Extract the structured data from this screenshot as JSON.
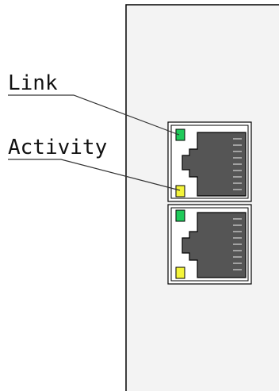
{
  "labels": {
    "link": "Link",
    "activity": "Activity"
  },
  "colors": {
    "panel_fill": "#f3f3f3",
    "outline": "#000000",
    "jack_body": "#555555",
    "jack_inner": "#ffffff",
    "pin": "#bdbdbd",
    "link_led": "#1fca5a",
    "activity_led": "#f4f43a",
    "text": "#111111"
  },
  "ports": [
    {
      "link_led": "link-led",
      "activity_led": "activity-led"
    },
    {
      "link_led": "link-led",
      "activity_led": "activity-led"
    }
  ]
}
